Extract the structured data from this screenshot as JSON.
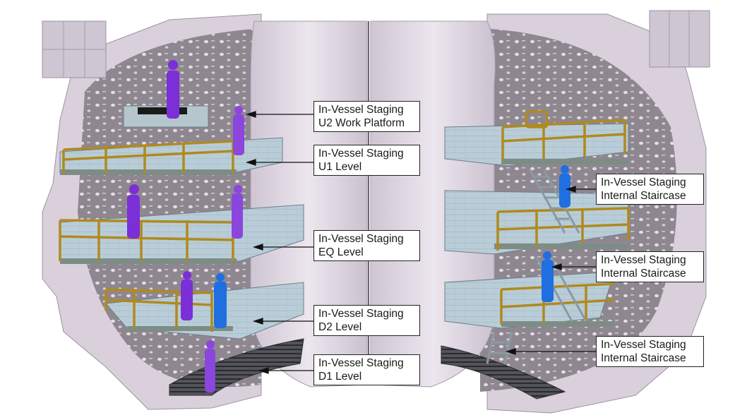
{
  "figure": {
    "subject": "Vacuum vessel interior cutaway with in-vessel staging platforms, workers and internal staircases",
    "colors": {
      "vessel_shell": "#d9d0dc",
      "vessel_shadow": "#b9aebd",
      "wall_panels": "#8e8790",
      "platform_deck": "#b8cdd8",
      "handrail": "#b08a1e",
      "worker_purple": "#7b2fd6",
      "worker_blue": "#1f6fe0",
      "lower_grating": "#3c3c44",
      "label_border": "#222222"
    }
  },
  "callouts": [
    {
      "id": "u2",
      "line1": "In-Vessel Staging",
      "line2": "U2 Work Platform"
    },
    {
      "id": "u1",
      "line1": "In-Vessel Staging",
      "line2": "U1 Level"
    },
    {
      "id": "eq",
      "line1": "In-Vessel Staging",
      "line2": "EQ Level"
    },
    {
      "id": "d2",
      "line1": "In-Vessel Staging",
      "line2": "D2 Level"
    },
    {
      "id": "d1",
      "line1": "In-Vessel Staging",
      "line2": "D1 Level"
    },
    {
      "id": "stair1",
      "line1": "In-Vessel Staging",
      "line2": "Internal Staircase"
    },
    {
      "id": "stair2",
      "line1": "In-Vessel Staging",
      "line2": "Internal Staircase"
    },
    {
      "id": "stair3",
      "line1": "In-Vessel Staging",
      "line2": "Internal Staircase"
    }
  ]
}
